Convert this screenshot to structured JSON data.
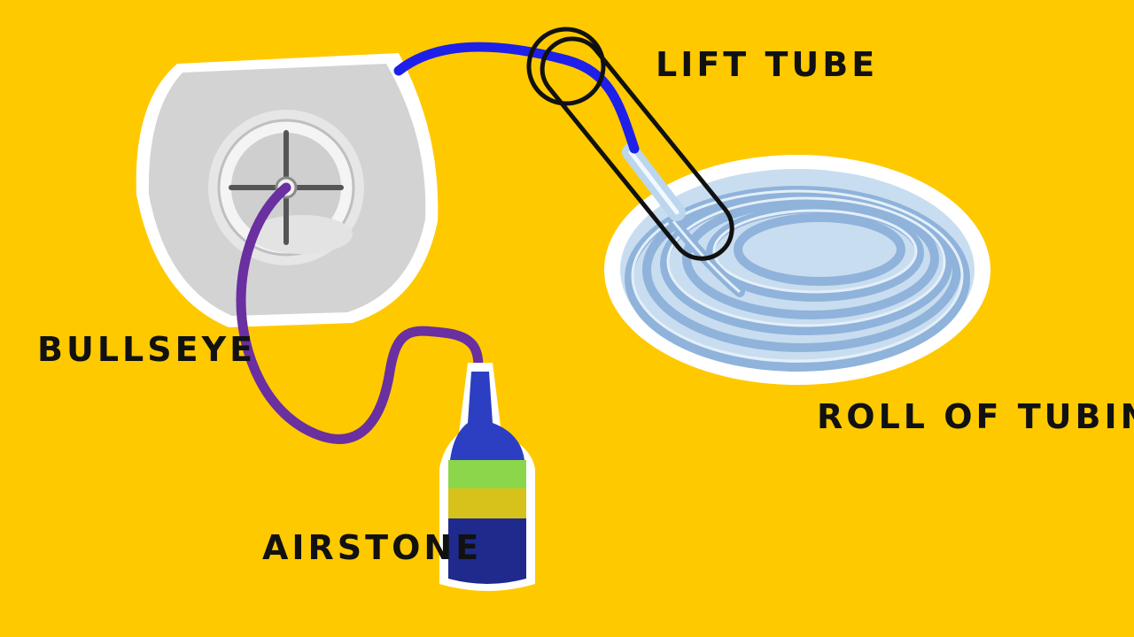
{
  "labels": {
    "lift_tube": "LIFT TUBE",
    "bullseye": "BULLSEYE",
    "roll_of_tubing": "ROLL OF TUBING",
    "airstone": "AIRSTONE"
  },
  "colors": {
    "background": "#FFC900",
    "lift_tube_line": "#1F1FEA",
    "airline_tube": "#6A2FA0",
    "bullseye_body": "#D3D3D3",
    "bullseye_cup": "#E9E9E9",
    "tubing_roll": "#A8C8E6",
    "airstone_cap": "#2C3FC2",
    "airstone_band_green": "#8BD64A",
    "airstone_band_yellow": "#D6C21A",
    "airstone_band_navy": "#1F2A8C",
    "outline": "#111111"
  }
}
